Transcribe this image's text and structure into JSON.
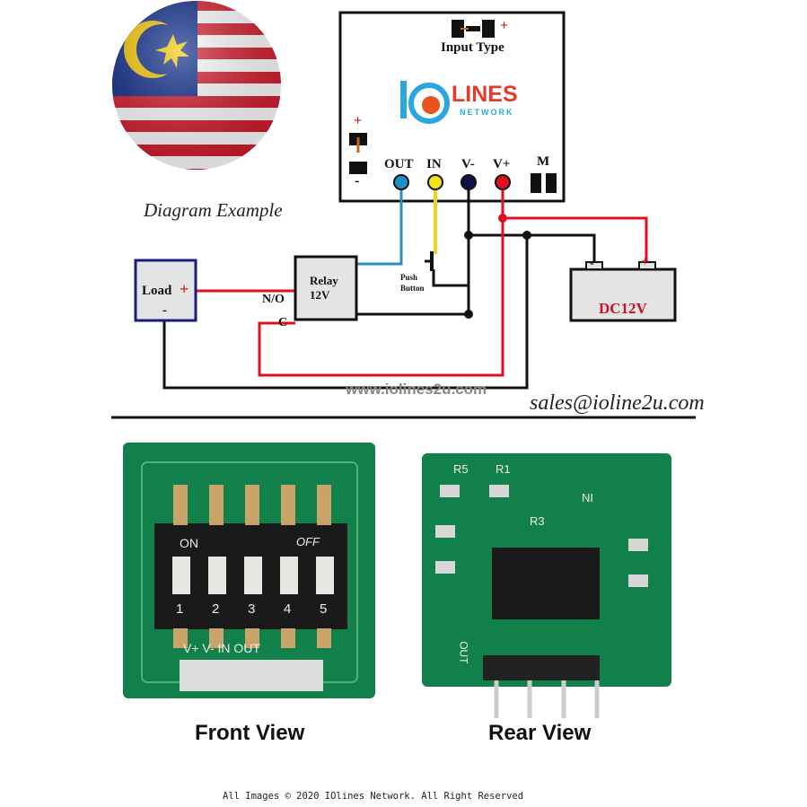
{
  "diagram": {
    "caption": "Diagram Example",
    "module": {
      "input_type_label": "Input Type",
      "terminals": [
        {
          "label": "OUT",
          "color": "#1e90c8"
        },
        {
          "label": "IN",
          "color": "#f2e21a"
        },
        {
          "label": "V-",
          "color": "#10104a"
        },
        {
          "label": "V+",
          "color": "#e01020"
        }
      ],
      "mode_label": "M",
      "plus": "+",
      "minus": "-"
    },
    "load": {
      "label": "Load",
      "plus": "+",
      "minus": "-"
    },
    "relay": {
      "label_line1": "Relay",
      "label_line2": "12V",
      "no_label": "N/O",
      "c_label": "C"
    },
    "push_button": {
      "line1": "Push",
      "line2": "Button"
    },
    "battery": {
      "label": "DC12V",
      "minus": "-",
      "plus": "+"
    },
    "logo": {
      "text": "LINES",
      "sub": "NETWORK"
    },
    "website": "www.iolines2u.com",
    "email": "sales@ioline2u.com"
  },
  "photos": {
    "front_label": "Front View",
    "rear_label": "Rear View",
    "front_switch": {
      "on": "ON",
      "off": "OFF",
      "numbers": [
        "1",
        "2",
        "3",
        "4",
        "5"
      ],
      "pins": "V+ V- IN OUT"
    },
    "rear_marks": {
      "r5": "R5",
      "r1": "R1",
      "r3": "R3",
      "ni": "NI",
      "out": "OUT"
    }
  },
  "footer": {
    "copyright": "All Images © 2020 IOlines Network. All Right Reserved"
  }
}
